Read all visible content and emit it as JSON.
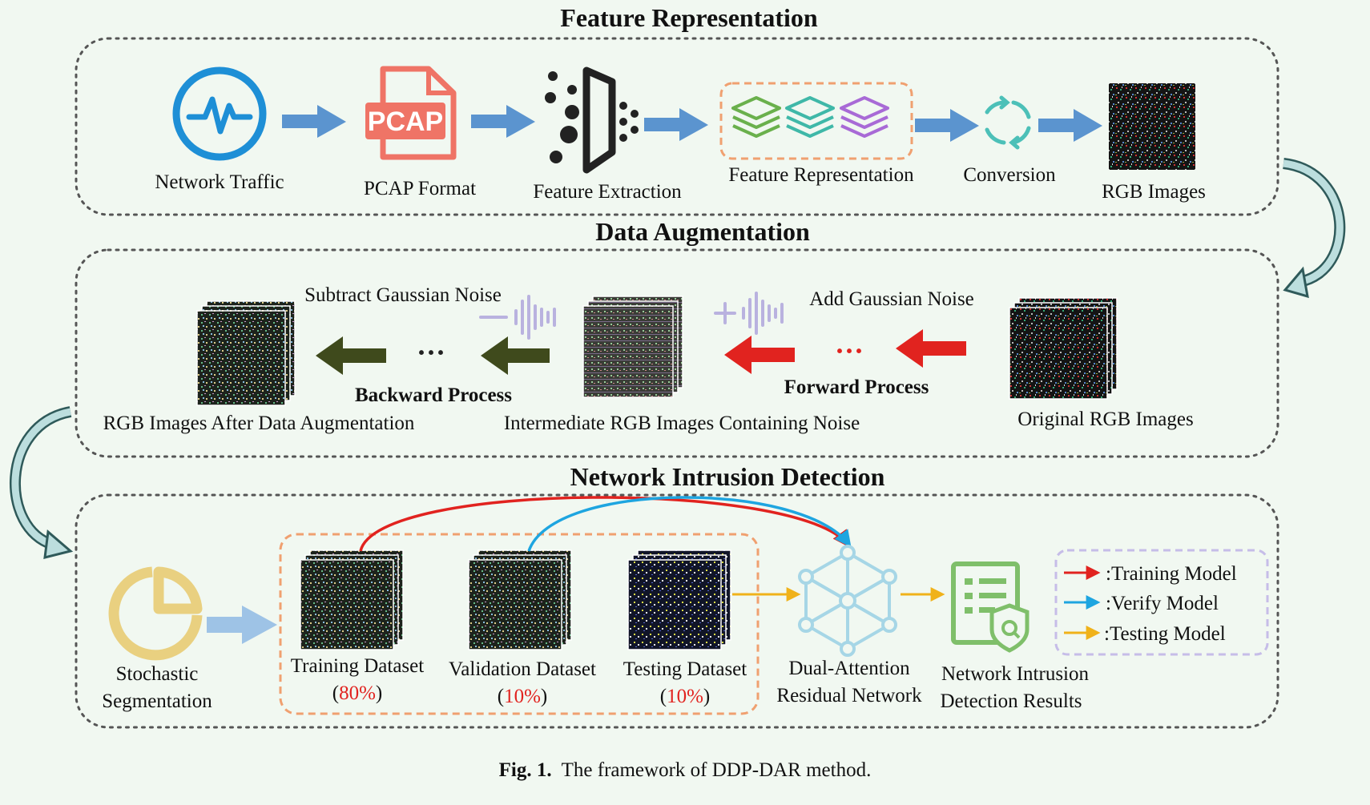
{
  "sections": {
    "feature": "Feature Representation",
    "augmentation": "Data Augmentation",
    "detection": "Network Intrusion Detection"
  },
  "feature_row": {
    "network_traffic": "Network Traffic",
    "pcap_icon_text": "PCAP",
    "pcap_format": "PCAP Format",
    "feature_extraction": "Feature Extraction",
    "feature_representation": "Feature Representation",
    "conversion": "Conversion",
    "rgb_images": "RGB Images"
  },
  "augmentation_row": {
    "subtract_noise": "Subtract Gaussian Noise",
    "add_noise": "Add Gaussian Noise",
    "backward_process": "Backward Process",
    "forward_process": "Forward Process",
    "after_augmentation": "RGB Images After Data Augmentation",
    "intermediate": "Intermediate RGB Images Containing Noise",
    "original": "Original RGB Images"
  },
  "detection_row": {
    "stochastic_1": "Stochastic",
    "stochastic_2": "Segmentation",
    "training": "Training Dataset",
    "training_pct": "80%",
    "validation": "Validation Dataset",
    "validation_pct": "10%",
    "testing": "Testing Dataset",
    "testing_pct": "10%",
    "dar_1": "Dual-Attention",
    "dar_2": "Residual Network",
    "results_1": "Network Intrusion",
    "results_2": "Detection Results"
  },
  "legend": {
    "training": ":Training Model",
    "verify": ":Verify Model",
    "testing": ":Testing Model"
  },
  "caption": {
    "label": "Fig. 1.",
    "text": "The framework of DDP-DAR method."
  },
  "colors": {
    "background": "#f1f8f1",
    "flow_arrow": "#5b94cf",
    "training_line": "#e1231f",
    "verify_line": "#1ea5e0",
    "testing_line": "#f0b21a",
    "dashed_orange": "#f0a070",
    "green_arrow": "#3f4a1c"
  }
}
